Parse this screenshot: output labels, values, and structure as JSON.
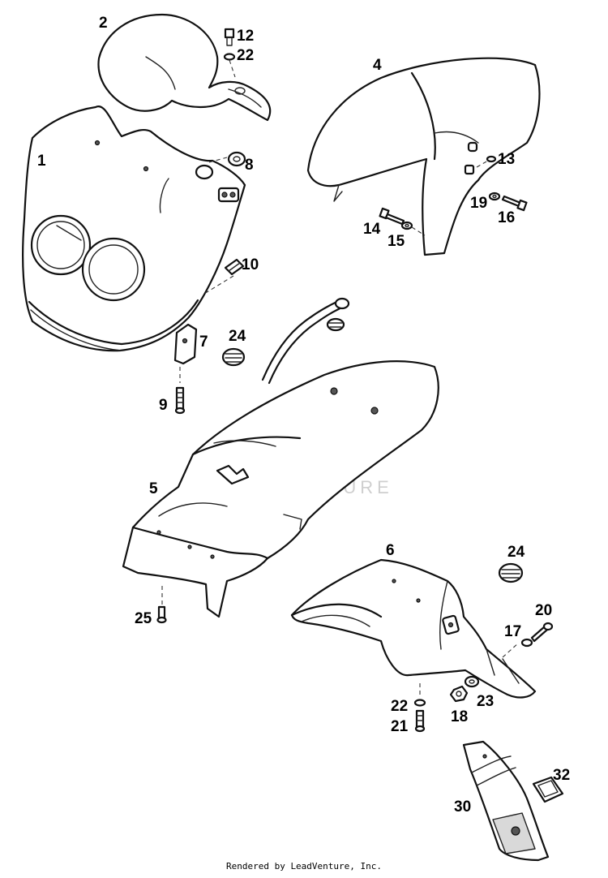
{
  "watermark": {
    "text": "LEADVENTURE"
  },
  "footer": {
    "text": "Rendered by LeadVenture, Inc."
  },
  "callouts": [
    {
      "id": "c2",
      "label": "2"
    },
    {
      "id": "c12",
      "label": "12"
    },
    {
      "id": "c22a",
      "label": "22"
    },
    {
      "id": "c4",
      "label": "4"
    },
    {
      "id": "c1",
      "label": "1"
    },
    {
      "id": "c8",
      "label": "8"
    },
    {
      "id": "c13",
      "label": "13"
    },
    {
      "id": "c19",
      "label": "19"
    },
    {
      "id": "c16",
      "label": "16"
    },
    {
      "id": "c14",
      "label": "14"
    },
    {
      "id": "c15",
      "label": "15"
    },
    {
      "id": "c10",
      "label": "10"
    },
    {
      "id": "c7",
      "label": "7"
    },
    {
      "id": "c24a",
      "label": "24"
    },
    {
      "id": "c9",
      "label": "9"
    },
    {
      "id": "c5",
      "label": "5"
    },
    {
      "id": "c6",
      "label": "6"
    },
    {
      "id": "c24b",
      "label": "24"
    },
    {
      "id": "c25",
      "label": "25"
    },
    {
      "id": "c20",
      "label": "20"
    },
    {
      "id": "c17",
      "label": "17"
    },
    {
      "id": "c22b",
      "label": "22"
    },
    {
      "id": "c23",
      "label": "23"
    },
    {
      "id": "c21",
      "label": "21"
    },
    {
      "id": "c18",
      "label": "18"
    },
    {
      "id": "c32",
      "label": "32"
    },
    {
      "id": "c30",
      "label": "30"
    }
  ]
}
